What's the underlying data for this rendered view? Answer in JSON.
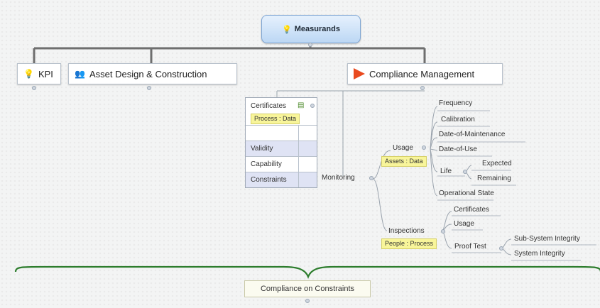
{
  "root": {
    "label": "Measurands",
    "icon": "lightbulb-icon"
  },
  "topics": {
    "kpi": {
      "label": "KPI",
      "icon": "lightbulb-icon"
    },
    "asset": {
      "label": "Asset Design & Construction",
      "icon": "people-icon"
    },
    "compliance": {
      "label": "Compliance Management",
      "icon": "red-flag-icon"
    }
  },
  "certificates_table": {
    "header": "Certificates",
    "tag": "Process : Data",
    "rows": [
      "",
      "Validity",
      "Capability",
      "Constraints"
    ]
  },
  "monitoring": {
    "label": "Monitoring"
  },
  "usage": {
    "label": "Usage",
    "tag": "Assets : Data",
    "children": [
      "Frequency",
      "Calibration",
      "Date-of-Maintenance",
      "Date-of-Use",
      "Operational State"
    ],
    "life": {
      "label": "Life",
      "children": [
        "Expected",
        "Remaining"
      ]
    }
  },
  "inspections": {
    "label": "Inspections",
    "tag": "People : Process",
    "children": [
      "Certificates",
      "Usage"
    ],
    "proof_test": {
      "label": "Proof Test",
      "children": [
        "Sub-System Integrity",
        "System Integrity"
      ]
    }
  },
  "summary": {
    "label": "Compliance on Constraints"
  },
  "colors": {
    "brace": "#2d7d2d",
    "root_fill": "#c8def6",
    "tag_fill": "#f8f59a",
    "flag": "#e94a1f"
  }
}
